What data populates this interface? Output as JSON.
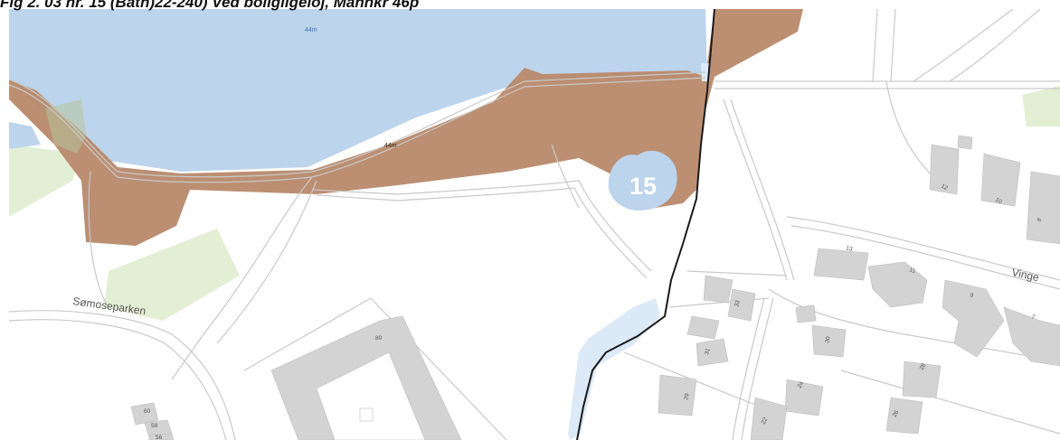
{
  "header": {
    "title": "Fig 2. 03 nr. 15 (Bath)22-240) Ved boligligeloj, Mannkr 46p"
  },
  "map": {
    "water_labels": [
      "44m",
      "44m"
    ],
    "street_labels": [
      "Sømoseparken",
      "Vinge"
    ],
    "area_label": "15",
    "house_numbers": [
      "80",
      "60",
      "58",
      "56",
      "33",
      "31",
      "30",
      "29",
      "28",
      "26",
      "24",
      "22",
      "13",
      "12",
      "11",
      "10",
      "9",
      "8",
      "7"
    ],
    "colors": {
      "water": "#bcd4ec",
      "flood_zone": "#b8896a",
      "green": "#e3efd4",
      "building": "#d3d3d3",
      "road": "#c9c9c9",
      "stream": "#1a1a1a"
    }
  }
}
